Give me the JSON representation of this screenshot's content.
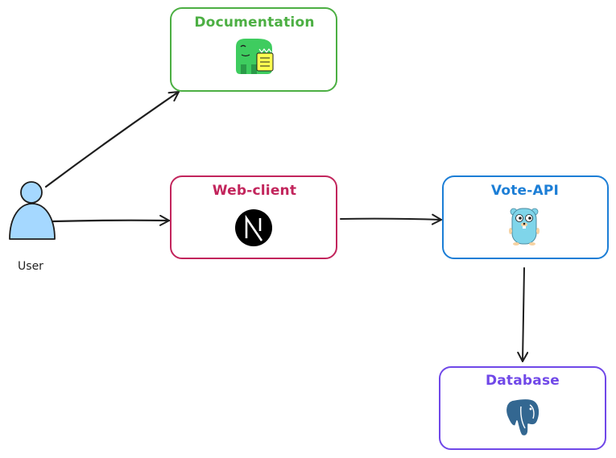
{
  "diagram": {
    "nodes": {
      "documentation": {
        "title": "Documentation",
        "color": "#4caf43",
        "icon": "docusaurus-dinosaur-icon"
      },
      "web_client": {
        "title": "Web-client",
        "color": "#c2255c",
        "icon": "nextjs-icon"
      },
      "vote_api": {
        "title": "Vote-API",
        "color": "#1c7ed6",
        "icon": "go-gopher-icon"
      },
      "database": {
        "title": "Database",
        "color": "#7048e8",
        "icon": "postgresql-elephant-icon"
      }
    },
    "user": {
      "label": "User",
      "fill": "#a5d8ff",
      "icon": "user-icon"
    },
    "edges": [
      {
        "from": "User",
        "to": "Documentation"
      },
      {
        "from": "User",
        "to": "Web-client"
      },
      {
        "from": "Web-client",
        "to": "Vote-API"
      },
      {
        "from": "Vote-API",
        "to": "Database"
      }
    ]
  }
}
